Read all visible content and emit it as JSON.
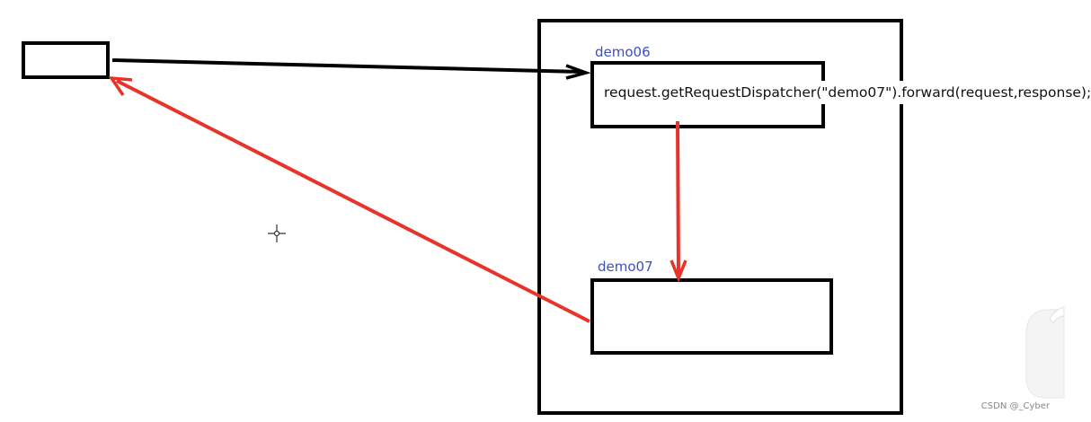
{
  "labels": {
    "demo06": "demo06",
    "demo07": "demo07"
  },
  "code": "request.getRequestDispatcher(\"demo07\").forward(request,response);",
  "watermark": "CSDN @_Cyber",
  "colors": {
    "stroke": "#000000",
    "red_arrow": "#e8332a",
    "label": "#3c4fc4"
  },
  "icons": [
    "crosshair-cursor-icon"
  ]
}
